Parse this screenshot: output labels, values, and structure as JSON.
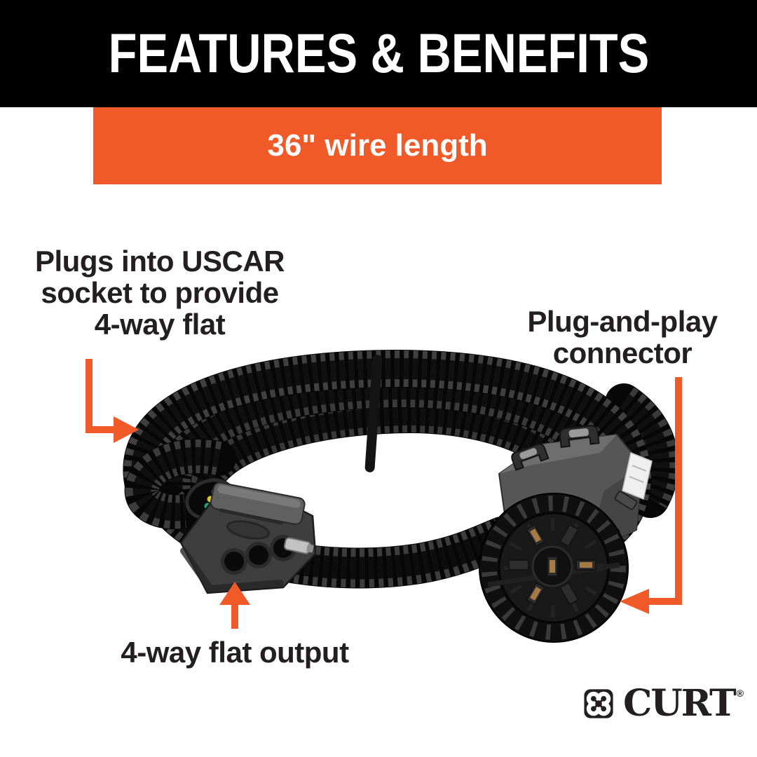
{
  "header": {
    "title": "FEATURES & BENEFITS"
  },
  "banner": {
    "text": "36\" wire length"
  },
  "annotations": {
    "uscar": {
      "text": "Plugs into USCAR\nsocket to provide\n4-way flat"
    },
    "plug_and_play": {
      "text": "Plug-and-play\nconnector"
    },
    "four_way_output": {
      "text": "4-way flat output"
    }
  },
  "brand": {
    "name": "CURT",
    "registered_mark": "®",
    "icon": "curt-clover-icon"
  },
  "colors": {
    "accent_orange": "#F05A28",
    "header_black": "#000000",
    "text_dark": "#231F20",
    "background": "#FFFFFF"
  }
}
